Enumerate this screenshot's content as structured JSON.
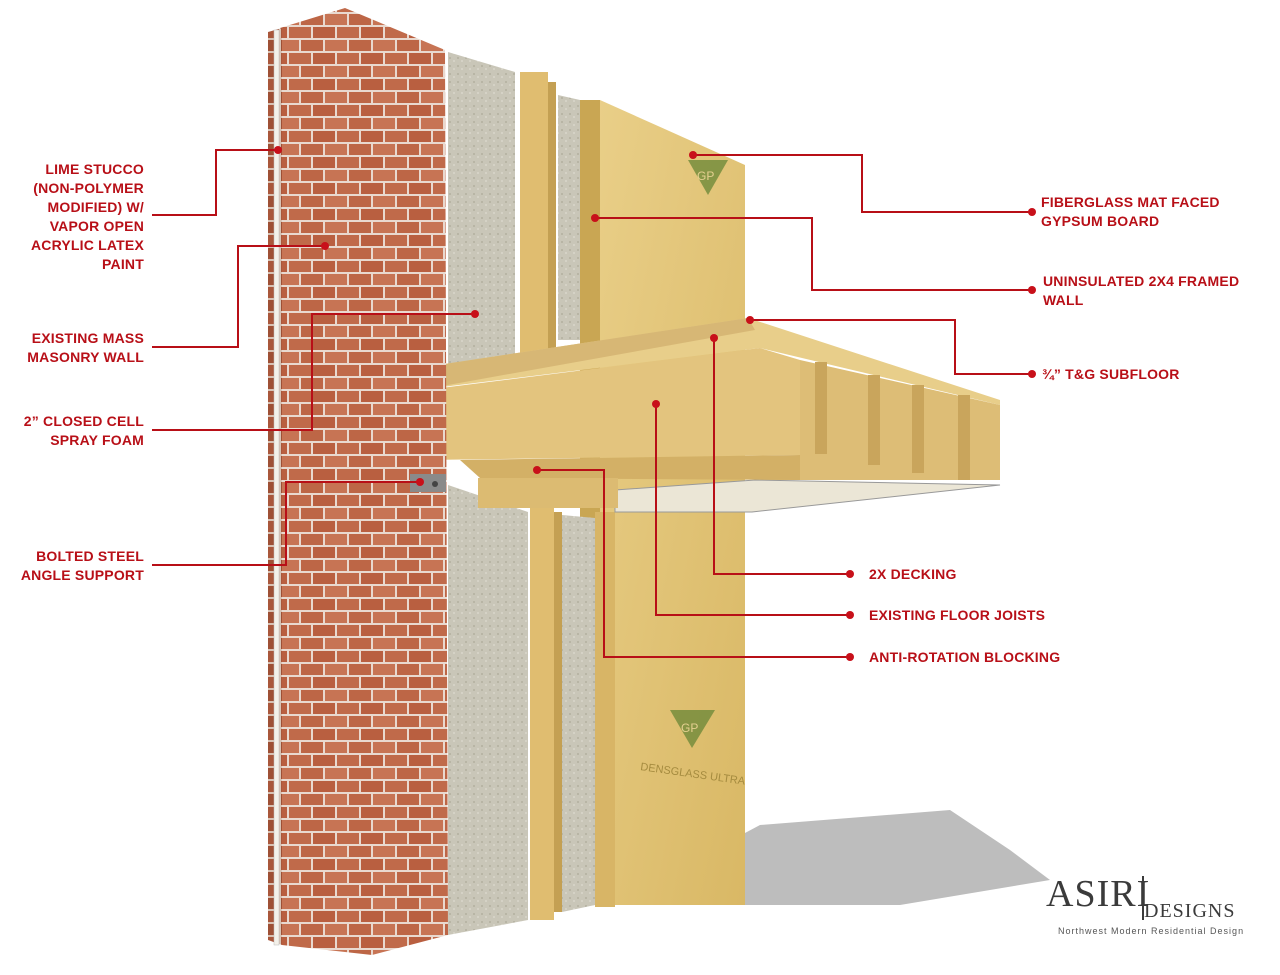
{
  "diagram": {
    "components": [
      {
        "id": "lime-stucco",
        "label": "LIME STUCCO\n(NON-POLYMER\nMODIFIED) W/\nVAPOR OPEN\nACRYLIC LATEX\nPAINT"
      },
      {
        "id": "existing-masonry",
        "label": "EXISTING MASS\nMASONRY WALL"
      },
      {
        "id": "spray-foam",
        "label": "2” CLOSED CELL\nSPRAY FOAM"
      },
      {
        "id": "steel-angle",
        "label": "BOLTED STEEL\nANGLE SUPPORT"
      },
      {
        "id": "gypsum-board",
        "label": "FIBERGLASS MAT FACED\nGYPSUM BOARD"
      },
      {
        "id": "framed-wall",
        "label": "UNINSULATED 2X4 FRAMED\nWALL"
      },
      {
        "id": "subfloor",
        "label": "¾” T&G SUBFLOOR"
      },
      {
        "id": "decking",
        "label": "2X DECKING"
      },
      {
        "id": "floor-joists",
        "label": "EXISTING FLOOR JOISTS"
      },
      {
        "id": "blocking",
        "label": "ANTI-ROTATION BLOCKING"
      }
    ],
    "board_print": "DENSGLASS ULTRA",
    "board_logo": "GP"
  },
  "brand": {
    "name": "ASIRI",
    "suffix": "DESIGNS",
    "tagline": "Northwest Modern Residential Design"
  },
  "colors": {
    "label": "#b80f17",
    "brick": "#c06a4a",
    "mortar": "#e9d9cf",
    "foam": "#c9c6b8",
    "wood": "#e3c47e",
    "board": "#e6c878",
    "shadow": "#bdbdbd"
  }
}
